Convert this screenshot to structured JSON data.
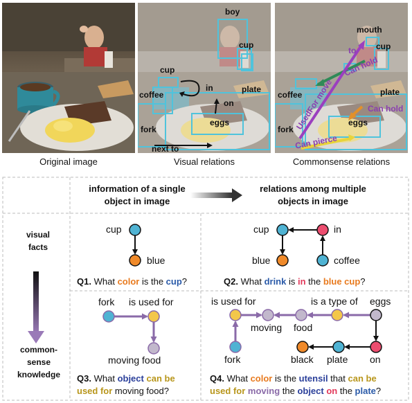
{
  "captions": {
    "original": "Original image",
    "visual": "Visual relations",
    "commonsense": "Commonsense relations"
  },
  "visual_labels": {
    "boy": "boy",
    "cup_top": "cup",
    "cup_left": "cup",
    "coffee": "coffee",
    "in": "in",
    "plate": "plate",
    "on": "on",
    "fork": "fork",
    "eggs": "eggs",
    "next_to": "next to"
  },
  "commonsense_labels": {
    "mouth": "mouth",
    "to": "to",
    "cup": "cup",
    "can_hold_1": "Can hold",
    "coffee": "coffee",
    "plate": "plate",
    "used_for_move": "UsedFor move",
    "can_hold_2": "Can hold",
    "fork": "fork",
    "eggs": "eggs",
    "can_pierce": "Can pierce"
  },
  "header": {
    "left": "information of a single object in image",
    "right": "relations among multiple objects in image"
  },
  "side": {
    "top": "visual facts",
    "bottom": "common-sense knowledge"
  },
  "q1": {
    "nodes": {
      "cup": "cup",
      "blue": "blue"
    },
    "question": {
      "num": "Q1.",
      "a": "What ",
      "color": "color",
      "b": " is the ",
      "cup": "cup",
      "c": "?"
    }
  },
  "q2": {
    "nodes": {
      "cup": "cup",
      "in": "in",
      "blue": "blue",
      "coffee": "coffee"
    },
    "question": {
      "num": "Q2.",
      "a": "What ",
      "drink": "drink",
      "b": " is ",
      "in": "in",
      "c": " the ",
      "blue_cup": "blue cup",
      "d": "?"
    }
  },
  "q3": {
    "nodes": {
      "fork": "fork",
      "used_for": "is used for",
      "moving_food": "moving food"
    },
    "question": {
      "num": "Q3.",
      "a": "What ",
      "object": "object",
      "can_be": "can be",
      "used_for": "used for",
      "b": " moving food?"
    }
  },
  "q4": {
    "nodes": {
      "is_used_for": "is used for",
      "is_a_type_of": "is a type of",
      "eggs": "eggs",
      "moving": "moving",
      "food": "food",
      "fork": "fork",
      "black": "black",
      "plate": "plate",
      "on": "on"
    },
    "question": {
      "num": "Q4.",
      "a": "What ",
      "color": "color",
      "b": " is the ",
      "utensil": "utensil",
      "c": " that ",
      "can_be": "can be",
      "used_for": "used for",
      "moving": " moving",
      "d": " the ",
      "object": "object",
      "on": "on",
      "e": " the ",
      "plate": "plate",
      "f": "?"
    }
  },
  "colors": {
    "node_blue": "#4fb3d3",
    "node_orange": "#f08a2a",
    "node_red": "#ec4d6f",
    "node_gold": "#f3c74a",
    "node_gray": "#c2b8cc",
    "edge_purple": "#8a6aa8",
    "box_cyan": "#4fc3dc"
  }
}
